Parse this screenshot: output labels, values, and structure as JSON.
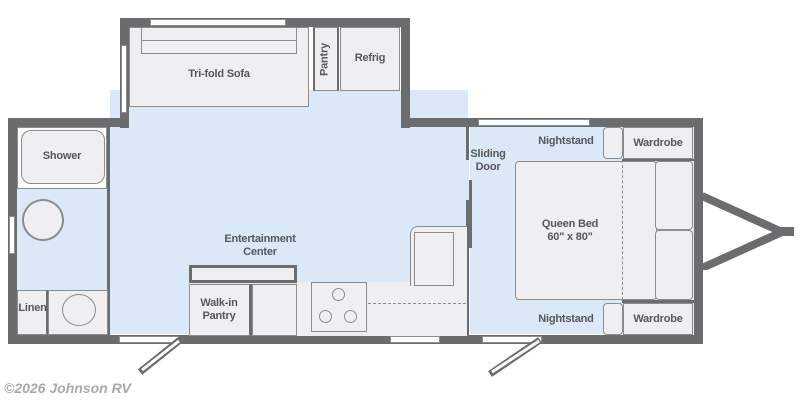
{
  "floorplan": {
    "rooms": {
      "sofa": "Tri-fold Sofa",
      "pantry": "Pantry",
      "refrig": "Refrig",
      "shower": "Shower",
      "linen": "Linen",
      "entertainment_1": "Entertainment",
      "entertainment_2": "Center",
      "walkin_1": "Walk-in",
      "walkin_2": "Pantry",
      "sliding_1": "Sliding",
      "sliding_2": "Door",
      "nightstand_top": "Nightstand",
      "nightstand_bottom": "Nightstand",
      "wardrobe_top": "Wardrobe",
      "wardrobe_bottom": "Wardrobe",
      "bed_1": "Queen Bed",
      "bed_2": "60\" x 80\""
    },
    "colors": {
      "wall": "#6a6c6e",
      "floor": "#dae8f7",
      "fixture": "#efeff1"
    }
  },
  "footer": {
    "credit": "©2026 Johnson RV"
  }
}
